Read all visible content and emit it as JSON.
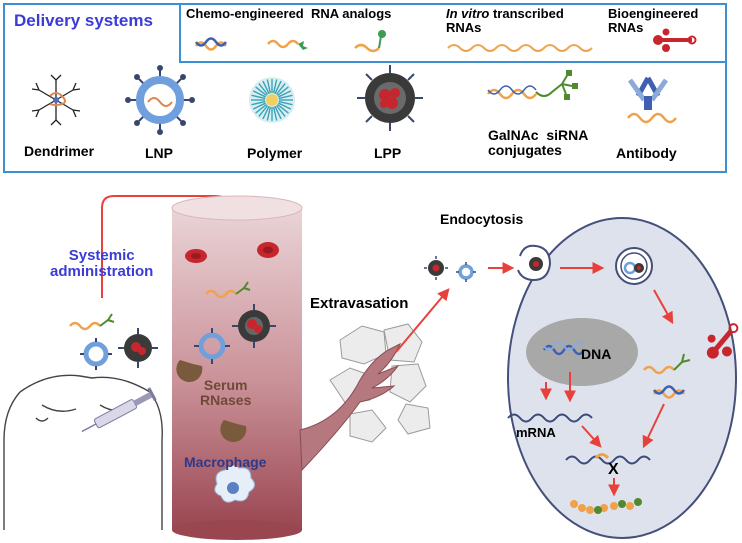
{
  "panel": {
    "title": "Delivery systems",
    "chemo_label": "Chemo-engineered  RNA analogs",
    "ivt_italic": "In vitro",
    "ivt_rest": " transcribed",
    "ivt_line2": "RNAs",
    "bio_line1": "Bioengineered",
    "bio_line2": "RNAs",
    "carriers": [
      "Dendrimer",
      "LNP",
      "Polymer",
      "LPP",
      "GalNAc  siRNA",
      "conjugates",
      "Antibody"
    ]
  },
  "process": {
    "systemic_line1": "Systemic",
    "systemic_line2": "administration",
    "serum_line1": "Serum",
    "serum_line2": "RNases",
    "macrophage": "Macrophage",
    "extravasation": "Extravasation",
    "endocytosis": "Endocytosis",
    "dna": "DNA",
    "mrna": "mRNA",
    "block_mark": "X"
  },
  "colors": {
    "panel_border": "#3c8fd0",
    "title_blue": "#3b3bd6",
    "arrow_red": "#e8413c",
    "vessel_top": "#e8cfd3",
    "vessel_bottom": "#9e4a55",
    "cell_fill": "#dde2ec",
    "nucleus_fill": "#a8a8a8",
    "rna_orange": "#f0a24a",
    "rna_blue": "#3f5fb0",
    "bioengineered_red": "#c8262e",
    "galnac_green": "#4f8a2e"
  },
  "icons": [
    "dendrimer-icon",
    "lnp-icon",
    "polymer-icon",
    "lpp-icon",
    "galnac-conjugate-icon",
    "antibody-icon",
    "syringe-icon",
    "body-outline-icon",
    "red-blood-cell-icon",
    "rnase-icon",
    "macrophage-icon",
    "tissue-cells-icon",
    "nucleus-icon",
    "endosome-icon",
    "degraded-rna-icon"
  ]
}
